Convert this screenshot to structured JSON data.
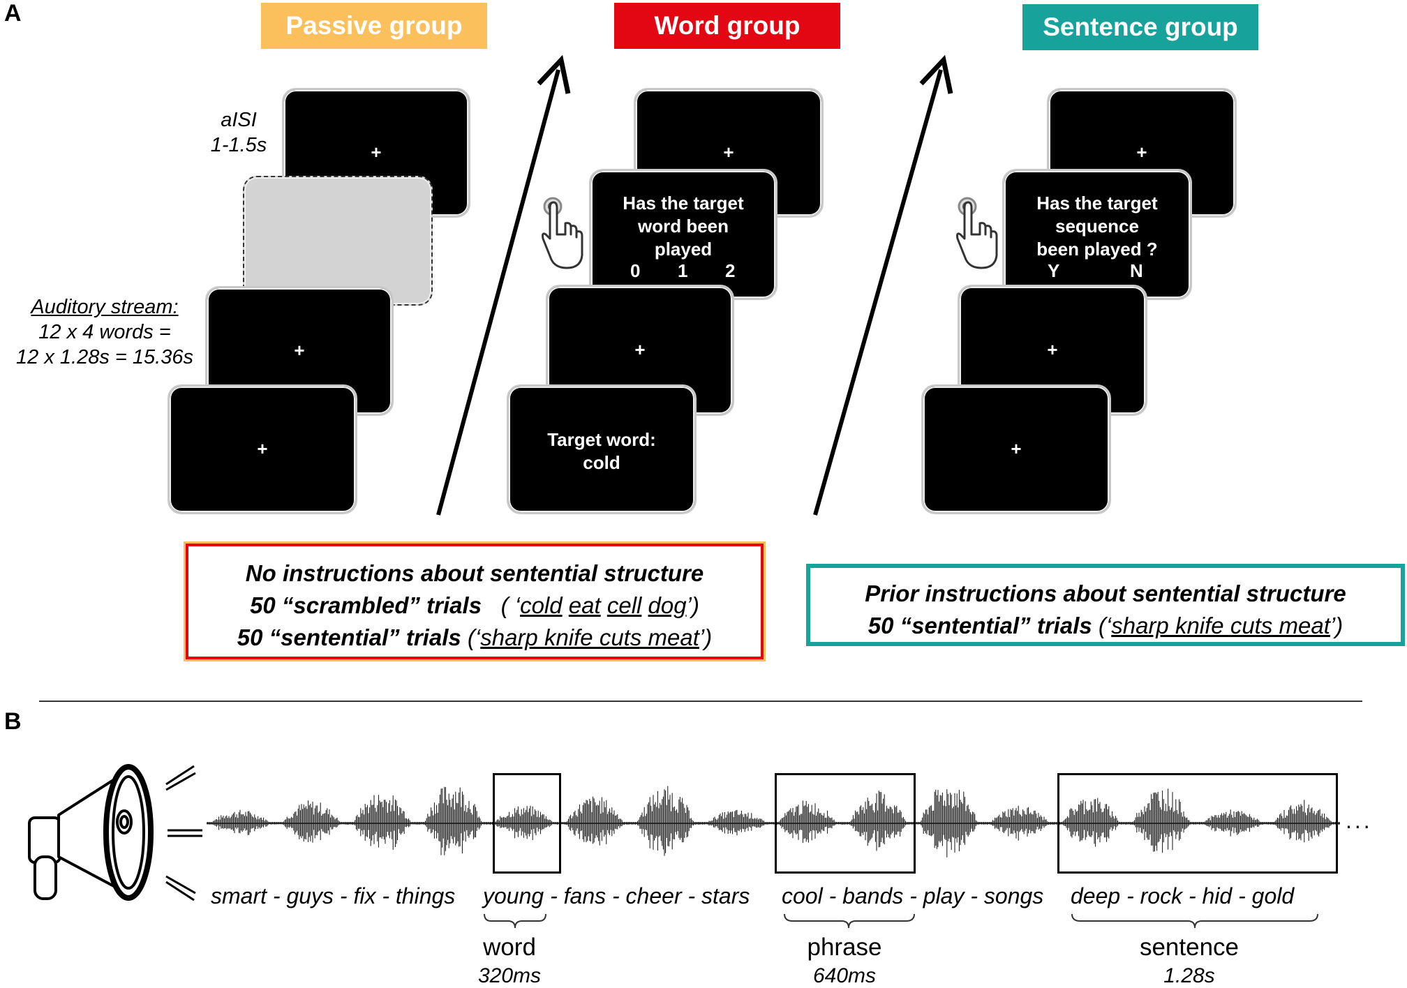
{
  "panels": {
    "a": "A",
    "b": "B"
  },
  "groups": [
    {
      "label": "Passive group",
      "color": "#fbbf5c"
    },
    {
      "label": "Word group",
      "color": "#e30613"
    },
    {
      "label": "Sentence group",
      "color": "#17a29c"
    }
  ],
  "passive": {
    "isi_line1": "aISI",
    "isi_line2": "1-1.5s",
    "stream_title": "Auditory stream:",
    "stream_line2": "12 x 4 words =",
    "stream_line3": "12 x 1.28s = 15.36s",
    "fixation": "+"
  },
  "word_task": {
    "question_line1": "Has the target",
    "question_line2": "word been",
    "question_line3": "played",
    "options": [
      "0",
      "1",
      "2"
    ],
    "target_line1": "Target word:",
    "target_line2": "cold",
    "fixation": "+"
  },
  "sentence_task": {
    "question_line1": "Has the target",
    "question_line2": "sequence",
    "question_line3": "been played ?",
    "options": [
      "Y",
      "N"
    ],
    "fixation": "+"
  },
  "info_left": {
    "line1": "No instructions about sentential structure",
    "line2_prefix": "50 “scrambled” trials",
    "line2_open": "( ‘",
    "line2_words": [
      "cold",
      "eat",
      "cell",
      "dog"
    ],
    "line2_close": "’)",
    "line3_prefix": "50 “sentential” trials",
    "line3_open": "(‘",
    "line3_example": "sharp knife cuts meat",
    "line3_close": "’)",
    "border_color": "#e30613",
    "glow_color": "#fbbf5c"
  },
  "info_right": {
    "line1": "Prior instructions about sentential structure",
    "line2_prefix": "50 “sentential” trials",
    "line2_open": "(‘",
    "line2_example": "sharp knife cuts meat",
    "line2_close": "’)",
    "border_color": "#17a29c"
  },
  "stream_b": {
    "words": [
      "smart - guys - fix - things",
      "young - fans - cheer - stars",
      "cool - bands - play - songs",
      "deep - rock - hid - gold"
    ],
    "ellipsis": "...",
    "levels": [
      {
        "name": "word",
        "duration": "320ms"
      },
      {
        "name": "phrase",
        "duration": "640ms"
      },
      {
        "name": "sentence",
        "duration": "1.28s"
      }
    ]
  }
}
